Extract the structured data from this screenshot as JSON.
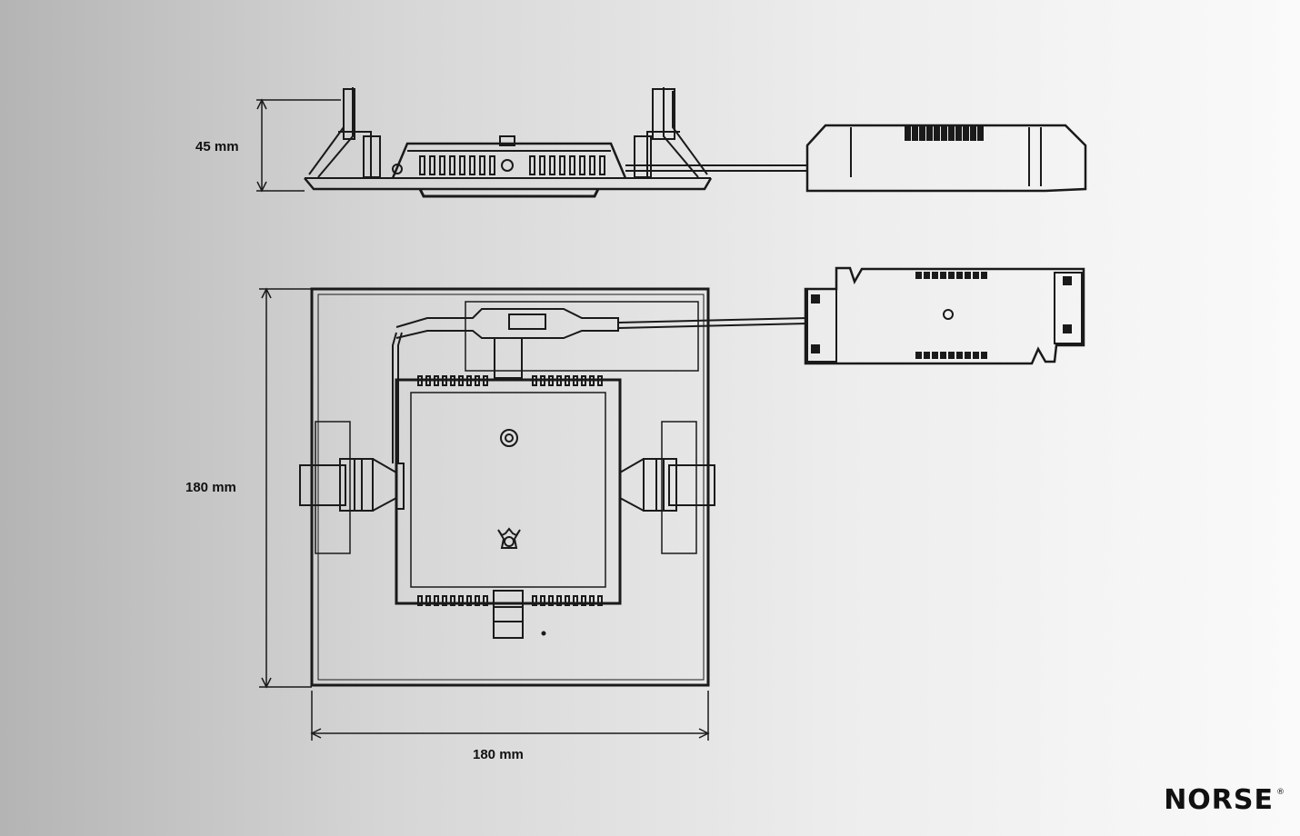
{
  "dimensions": {
    "height": "45 mm",
    "side_height": "180 mm",
    "width": "180 mm"
  },
  "brand": {
    "name": "NORSE",
    "mark": "®"
  }
}
